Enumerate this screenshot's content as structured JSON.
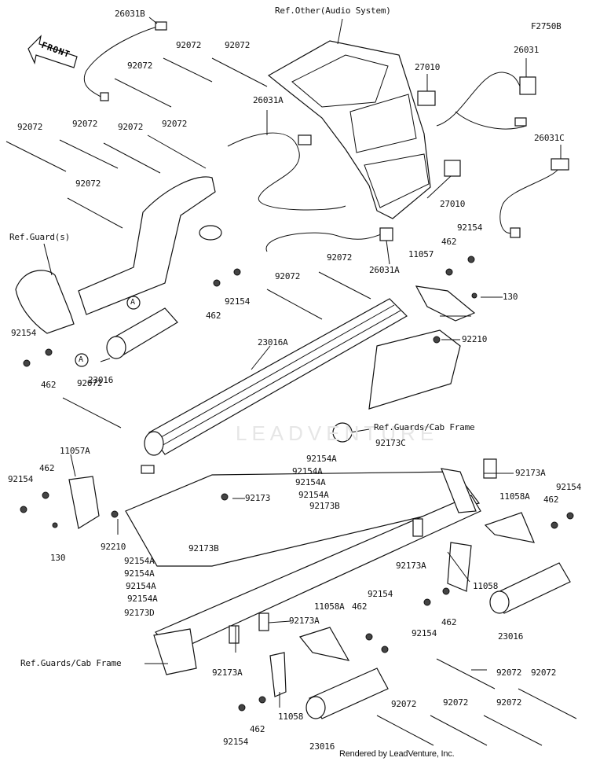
{
  "figure_id": "F2750B",
  "front_label": "FRONT",
  "footer": "Rendered by LeadVenture, Inc.",
  "watermark": "LEADVENTURE",
  "callouts": [
    {
      "key": "26031B",
      "text": "26031B"
    },
    {
      "key": "ref_audio",
      "text": "Ref.Other(Audio System)"
    },
    {
      "key": "92072_a",
      "text": "92072"
    },
    {
      "key": "92072_b",
      "text": "92072"
    },
    {
      "key": "92072_c",
      "text": "92072"
    },
    {
      "key": "27010_a",
      "text": "27010"
    },
    {
      "key": "26031",
      "text": "26031"
    },
    {
      "key": "26031A_a",
      "text": "26031A"
    },
    {
      "key": "92072_d",
      "text": "92072"
    },
    {
      "key": "92072_e",
      "text": "92072"
    },
    {
      "key": "92072_f",
      "text": "92072"
    },
    {
      "key": "92072_g",
      "text": "92072"
    },
    {
      "key": "26031C",
      "text": "26031C"
    },
    {
      "key": "92072_h",
      "text": "92072"
    },
    {
      "key": "27010_b",
      "text": "27010"
    },
    {
      "key": "ref_guards",
      "text": "Ref.Guard(s)"
    },
    {
      "key": "92154_a",
      "text": "92154"
    },
    {
      "key": "462_a",
      "text": "462"
    },
    {
      "key": "11057",
      "text": "11057"
    },
    {
      "key": "92072_i",
      "text": "92072"
    },
    {
      "key": "26031A_b",
      "text": "26031A"
    },
    {
      "key": "92072_j",
      "text": "92072"
    },
    {
      "key": "92154_b",
      "text": "92154"
    },
    {
      "key": "462_b",
      "text": "462"
    },
    {
      "key": "130_a",
      "text": "130"
    },
    {
      "key": "92210_a",
      "text": "92210"
    },
    {
      "key": "92154_c",
      "text": "92154"
    },
    {
      "key": "23016A",
      "text": "23016A"
    },
    {
      "key": "462_c",
      "text": "462"
    },
    {
      "key": "23016_a",
      "text": "23016"
    },
    {
      "key": "92072_k",
      "text": "92072"
    },
    {
      "key": "ref_cab_a",
      "text": "Ref.Guards/Cab Frame"
    },
    {
      "key": "11057A",
      "text": "11057A"
    },
    {
      "key": "462_d",
      "text": "462"
    },
    {
      "key": "92154_d",
      "text": "92154"
    },
    {
      "key": "92173C",
      "text": "92173C"
    },
    {
      "key": "92154A_a",
      "text": "92154A"
    },
    {
      "key": "92154A_b",
      "text": "92154A"
    },
    {
      "key": "92154A_c",
      "text": "92154A"
    },
    {
      "key": "92154A_d",
      "text": "92154A"
    },
    {
      "key": "92173B_a",
      "text": "92173B"
    },
    {
      "key": "92173A_a",
      "text": "92173A"
    },
    {
      "key": "92173",
      "text": "92173"
    },
    {
      "key": "11058A_a",
      "text": "11058A"
    },
    {
      "key": "462_e",
      "text": "462"
    },
    {
      "key": "92154_e",
      "text": "92154"
    },
    {
      "key": "130_b",
      "text": "130"
    },
    {
      "key": "92210_b",
      "text": "92210"
    },
    {
      "key": "92173B_b",
      "text": "92173B"
    },
    {
      "key": "92154A_e",
      "text": "92154A"
    },
    {
      "key": "92154A_f",
      "text": "92154A"
    },
    {
      "key": "92154A_g",
      "text": "92154A"
    },
    {
      "key": "92154A_h",
      "text": "92154A"
    },
    {
      "key": "92173D",
      "text": "92173D"
    },
    {
      "key": "92173A_b",
      "text": "92173A"
    },
    {
      "key": "92173A_c",
      "text": "92173A"
    },
    {
      "key": "11058_a",
      "text": "11058"
    },
    {
      "key": "462_f",
      "text": "462"
    },
    {
      "key": "92154_f",
      "text": "92154"
    },
    {
      "key": "23016_b",
      "text": "23016"
    },
    {
      "key": "11058A_b",
      "text": "11058A"
    },
    {
      "key": "462_g",
      "text": "462"
    },
    {
      "key": "92154_g",
      "text": "92154"
    },
    {
      "key": "ref_cab_b",
      "text": "Ref.Guards/Cab Frame"
    },
    {
      "key": "92173A_d",
      "text": "92173A"
    },
    {
      "key": "92072_l",
      "text": "92072"
    },
    {
      "key": "92072_m",
      "text": "92072"
    },
    {
      "key": "11058_b",
      "text": "11058"
    },
    {
      "key": "462_h",
      "text": "462"
    },
    {
      "key": "92154_h",
      "text": "92154"
    },
    {
      "key": "23016_c",
      "text": "23016"
    },
    {
      "key": "92072_n",
      "text": "92072"
    },
    {
      "key": "92072_o",
      "text": "92072"
    },
    {
      "key": "92072_p",
      "text": "92072"
    },
    {
      "key": "A_1",
      "text": "A"
    },
    {
      "key": "A_2",
      "text": "A"
    }
  ]
}
